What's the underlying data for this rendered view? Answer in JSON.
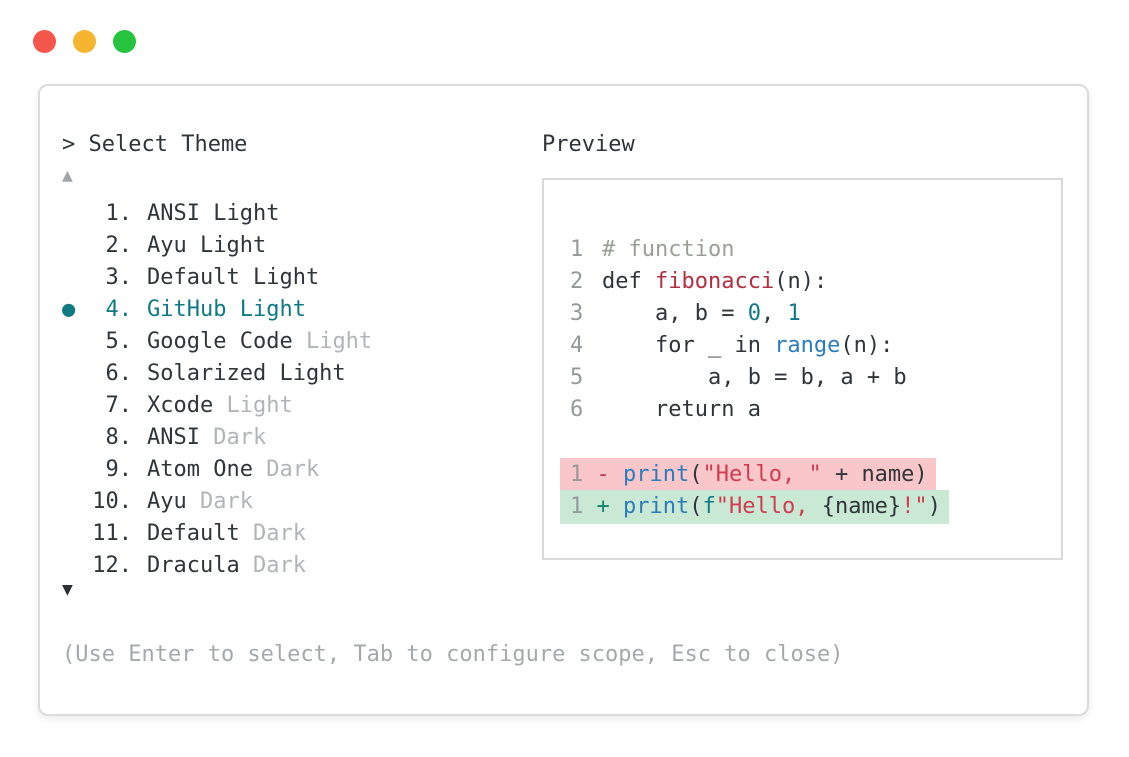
{
  "window": {
    "traffic_lights": [
      {
        "name": "close",
        "color": "#f4564c"
      },
      {
        "name": "minimize",
        "color": "#f5b52e"
      },
      {
        "name": "zoom",
        "color": "#26c33f"
      }
    ]
  },
  "prompt": {
    "text": "> Select Theme"
  },
  "theme_list": {
    "scroll_up_glyph": "▲",
    "scroll_down_glyph": "▼",
    "selected_bullet": "●",
    "selected_color": "#0f7a83",
    "muted_color": "#b2b5b7",
    "items": [
      {
        "number": "1.",
        "main": "ANSI Light",
        "muted": "",
        "selected": false
      },
      {
        "number": "2.",
        "main": "Ayu Light",
        "muted": "",
        "selected": false
      },
      {
        "number": "3.",
        "main": "Default Light",
        "muted": "",
        "selected": false
      },
      {
        "number": "4.",
        "main": "GitHub Light",
        "muted": "",
        "selected": true
      },
      {
        "number": "5.",
        "main": "Google Code",
        "muted": " Light",
        "selected": false
      },
      {
        "number": "6.",
        "main": "Solarized Light",
        "muted": "",
        "selected": false
      },
      {
        "number": "7.",
        "main": "Xcode",
        "muted": " Light",
        "selected": false
      },
      {
        "number": "8.",
        "main": "ANSI",
        "muted": " Dark",
        "selected": false
      },
      {
        "number": "9.",
        "main": "Atom One",
        "muted": " Dark",
        "selected": false
      },
      {
        "number": "10.",
        "main": "Ayu",
        "muted": " Dark",
        "selected": false
      },
      {
        "number": "11.",
        "main": "Default",
        "muted": " Dark",
        "selected": false
      },
      {
        "number": "12.",
        "main": "Dracula",
        "muted": " Dark",
        "selected": false
      }
    ]
  },
  "preview": {
    "label": "Preview",
    "diff_removed_bg": "#f9c6c9",
    "diff_added_bg": "#c9e9d4",
    "code_lines": [
      {
        "num": "1",
        "segments": [
          {
            "t": "# function",
            "c": "comment"
          }
        ]
      },
      {
        "num": "2",
        "segments": [
          {
            "t": "def ",
            "c": "code"
          },
          {
            "t": "fibonacci",
            "c": "func"
          },
          {
            "t": "(n):",
            "c": "code"
          }
        ]
      },
      {
        "num": "3",
        "segments": [
          {
            "t": "    a, b = ",
            "c": "code"
          },
          {
            "t": "0",
            "c": "num"
          },
          {
            "t": ", ",
            "c": "code"
          },
          {
            "t": "1",
            "c": "num"
          }
        ]
      },
      {
        "num": "4",
        "segments": [
          {
            "t": "    for _ in ",
            "c": "code"
          },
          {
            "t": "range",
            "c": "builtin"
          },
          {
            "t": "(n):",
            "c": "code"
          }
        ]
      },
      {
        "num": "5",
        "segments": [
          {
            "t": "        a, b = b, a + b",
            "c": "code"
          }
        ]
      },
      {
        "num": "6",
        "segments": [
          {
            "t": "    return a",
            "c": "code"
          }
        ]
      },
      {
        "blank": true
      },
      {
        "diff": "removed",
        "segments": [
          {
            "t": "1 ",
            "c": "ln"
          },
          {
            "t": "- ",
            "c": "sign-removed"
          },
          {
            "t": "print",
            "c": "builtin"
          },
          {
            "t": "(",
            "c": "code"
          },
          {
            "t": "\"Hello, \"",
            "c": "string"
          },
          {
            "t": " + name)",
            "c": "code"
          }
        ]
      },
      {
        "diff": "added",
        "segments": [
          {
            "t": "1 ",
            "c": "ln"
          },
          {
            "t": "+ ",
            "c": "sign-added"
          },
          {
            "t": "print",
            "c": "builtin"
          },
          {
            "t": "(",
            "c": "code"
          },
          {
            "t": "f",
            "c": "fprefix"
          },
          {
            "t": "\"Hello, ",
            "c": "string"
          },
          {
            "t": "{name}",
            "c": "code"
          },
          {
            "t": "!\"",
            "c": "string"
          },
          {
            "t": ")",
            "c": "code"
          }
        ]
      }
    ]
  },
  "footer": {
    "hint": "(Use Enter to select, Tab to configure scope, Esc to close)"
  }
}
